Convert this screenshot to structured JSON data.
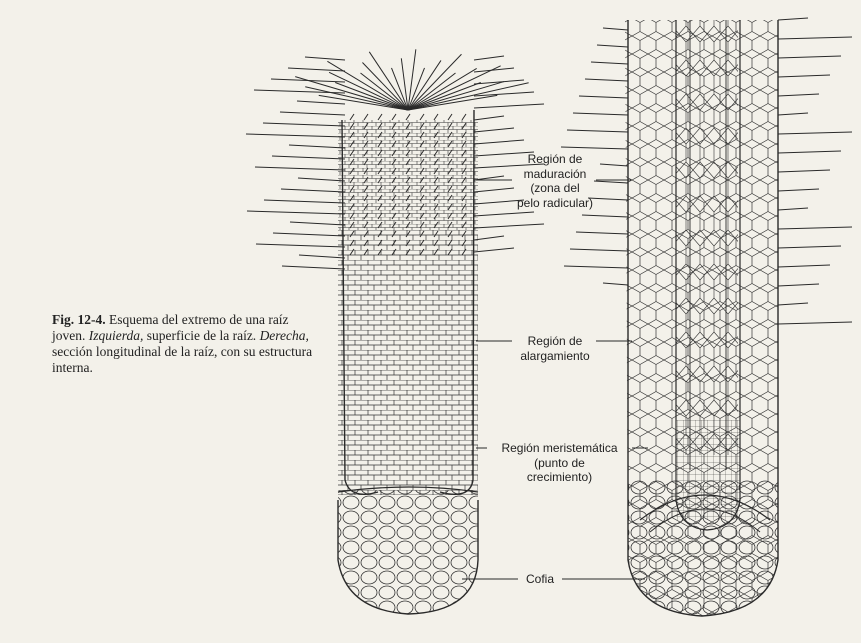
{
  "caption": {
    "fig_number": "Fig. 12-4.",
    "text_1": " Esquema del extremo de una raíz joven. ",
    "italic_1": "Izquierda,",
    "text_2": " superficie de la raíz. ",
    "italic_2": "Derecha,",
    "text_3": " sección longitudinal de la raíz, con su estructura interna."
  },
  "labels": [
    {
      "id": "maduracion",
      "lines": [
        "Región de",
        "maduración",
        "(zona del",
        "pelo radicular)"
      ]
    },
    {
      "id": "alargamiento",
      "lines": [
        "Región de",
        "alargamiento"
      ]
    },
    {
      "id": "meristematica",
      "lines": [
        "Región meristemática",
        "(punto de",
        "crecimiento)"
      ]
    },
    {
      "id": "cofia",
      "lines": [
        "Cofia"
      ]
    }
  ],
  "colors": {
    "paper": "#f3f1ea",
    "ink": "#2a2a2a"
  }
}
